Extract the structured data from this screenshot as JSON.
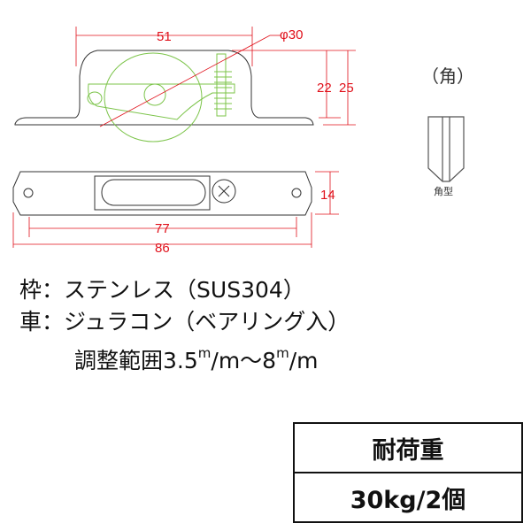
{
  "dimensions": {
    "d51": "51",
    "phi30": "φ30",
    "d22": "22",
    "d25": "25",
    "d14": "14",
    "d77": "77",
    "d86": "86"
  },
  "profile": {
    "title": "（角）",
    "label": "角型"
  },
  "specs": {
    "frame_label": "枠",
    "frame_value": "ステンレス（SUS304）",
    "wheel_label": "車",
    "wheel_value": "ジュラコン（ベアリング入）",
    "adjust_prefix": "調整範囲3.5",
    "adjust_unit_sup1": "m",
    "adjust_mid": "/m～8",
    "adjust_unit_sup2": "m",
    "adjust_end": "/m",
    "separator": "："
  },
  "load_table": {
    "header": "耐荷重",
    "value": "30kg/2個"
  },
  "colors": {
    "dimension": "#e0101a",
    "wheel": "#7cc44a",
    "outline": "#333333"
  }
}
